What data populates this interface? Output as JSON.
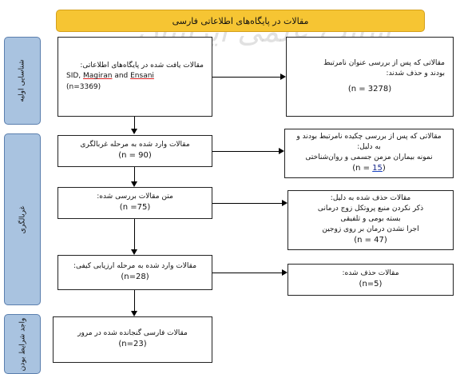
{
  "watermark": "سایت علمی ایرانیان",
  "header": {
    "title": "مقالات در پایگاه‌های اطلاعاتی فارسی"
  },
  "stages": {
    "identification": "شناسایی اولیه",
    "screening": "غربالگری",
    "included": "واجد شرایط بودن"
  },
  "identified": {
    "line1": "مقالات یافت شده در پایگاه‌های اطلاعاتی:",
    "sources_prefix": "SID, ",
    "magiran": "Magiran",
    "and": " and ",
    "ensani": "Ensani",
    "count": "(n=3369)"
  },
  "removed_titles": {
    "line1": "مقالاتی که پس از بررسی عنوان نامرتبط",
    "line2": "بودند و حذف شدند:",
    "count": "(n = 3278)"
  },
  "screened": {
    "line1": "مقالات وارد شده به مرحله غربالگری",
    "count": "(n = 90)"
  },
  "removed_abstracts": {
    "line1": "مقالاتی که پس از بررسی چکیده نامرتبط بودند و",
    "line2": "به دلیل:",
    "line3": "نمونه بیماران مزمن جسمی و روان‌شناختی",
    "count_prefix": "(n = ",
    "count_value": "15",
    "count_suffix": ")"
  },
  "fulltext": {
    "line1": "متن مقالات بررسی شده:",
    "count": "(n =75)"
  },
  "removed_fulltext": {
    "line1": "مقالات حذف شده به دلیل:",
    "line2": "ذکر نکردن منبع پروتکل زوج درمانی",
    "line3": "بسته بومی و تلفیقی",
    "line4": "اجرا نشدن درمان بر روی زوجین",
    "count": "(n = 47)"
  },
  "quality": {
    "line1": "مقالات وارد شده به مرحله ارزیابی کیفی:",
    "count": "(n=28)"
  },
  "removed_quality": {
    "line1": "مقالات حذف شده:",
    "count": "(n=5)"
  },
  "final": {
    "line1": "مقالات فارسی گنجانده شده در مرور",
    "count": "(n=23)"
  }
}
